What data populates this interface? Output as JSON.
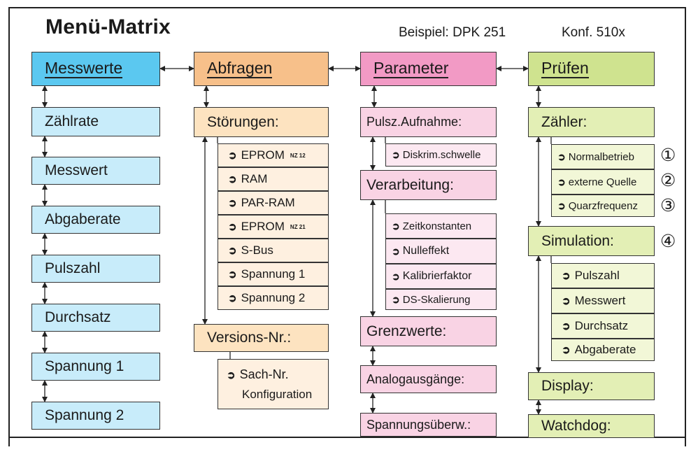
{
  "title": "Menü-Matrix",
  "example": "Beispiel: DPK 251",
  "konf": "Konf. 510x",
  "columns": {
    "messwerte": {
      "header": "Messwerte",
      "color": "#5bc8f0",
      "item_color": "#c8ecfa",
      "items": [
        "Zählrate",
        "Messwert",
        "Abgaberate",
        "Pulszahl",
        "Durchsatz",
        "Spannung 1",
        "Spannung 2"
      ]
    },
    "abfragen": {
      "header": "Abfragen",
      "color": "#f7c08a",
      "item_color": "#fde3c0",
      "sub_color": "#fef0e0",
      "stoerungen": "Störungen:",
      "stoerungen_items": [
        "EPROM",
        "RAM",
        "PAR-RAM",
        "EPROM",
        "S-Bus",
        "Spannung 1",
        "Spannung 2"
      ],
      "nz12": "NZ 12",
      "nz21": "NZ 21",
      "versions": "Versions-Nr.:",
      "versions_items": [
        "Sach-Nr.",
        "Konfiguration"
      ]
    },
    "parameter": {
      "header": "Parameter",
      "color": "#f29ac5",
      "item_color": "#f9d3e4",
      "sub_color": "#fce8f1",
      "pulsz": "Pulsz.Aufnahme:",
      "pulsz_items": [
        "Diskrim.schwelle"
      ],
      "verarbeitung": "Verarbeitung:",
      "verarbeitung_items": [
        "Zeitkonstanten",
        "Nulleffekt",
        "Kalibrierfaktor",
        "DS-Skalierung"
      ],
      "grenzwerte": "Grenzwerte:",
      "analog": "Analogausgänge:",
      "spannung": "Spannungsüberw.:"
    },
    "pruefen": {
      "header": "Prüfen",
      "color": "#cfe38f",
      "item_color": "#e3efb5",
      "sub_color": "#f2f7d7",
      "zaehler": "Zähler:",
      "zaehler_items": [
        "Normalbetrieb",
        "externe Quelle",
        "Quarzfrequenz"
      ],
      "simulation": "Simulation:",
      "simulation_items": [
        "Pulszahl",
        "Messwert",
        "Durchsatz",
        "Abgaberate"
      ],
      "display": "Display:",
      "watchdog": "Watchdog:"
    }
  },
  "markers": [
    "①",
    "②",
    "③",
    "④"
  ],
  "arrow_glyph": "➲"
}
